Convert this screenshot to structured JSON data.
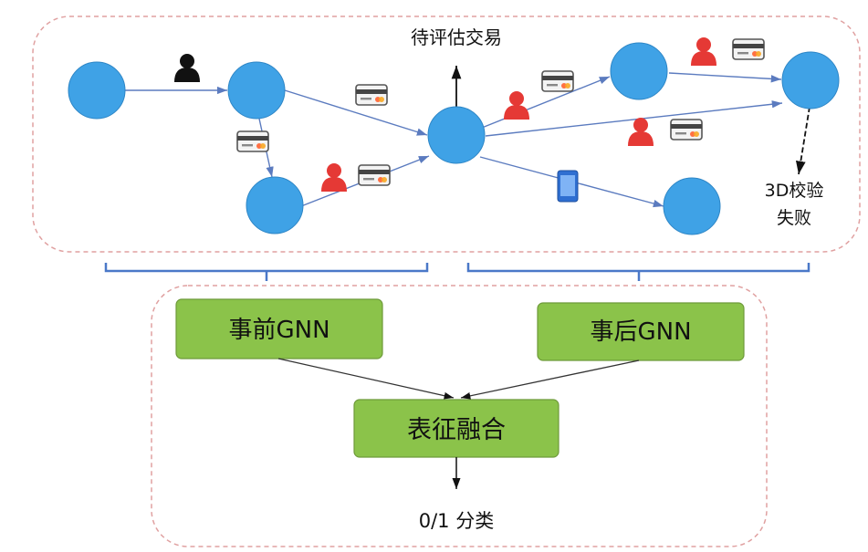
{
  "labels": {
    "pending_transaction": "待评估交易",
    "verify_fail_line1": "3D校验",
    "verify_fail_line2": "失败",
    "pre_gnn": "事前GNN",
    "post_gnn": "事后GNN",
    "fusion": "表征融合",
    "output": "0/1 分类"
  },
  "colors": {
    "node": "#3fa2e6",
    "node_stroke": "#2e86c6",
    "edge": "#5b7bbf",
    "dash_border": "#e0a1a1",
    "bracket": "#4a78c8",
    "box_fill": "#8bc34a",
    "box_stroke": "#6e9a3a",
    "icon_red": "#e53935",
    "icon_black": "#111111",
    "device_blue": "#2f6fd1"
  }
}
